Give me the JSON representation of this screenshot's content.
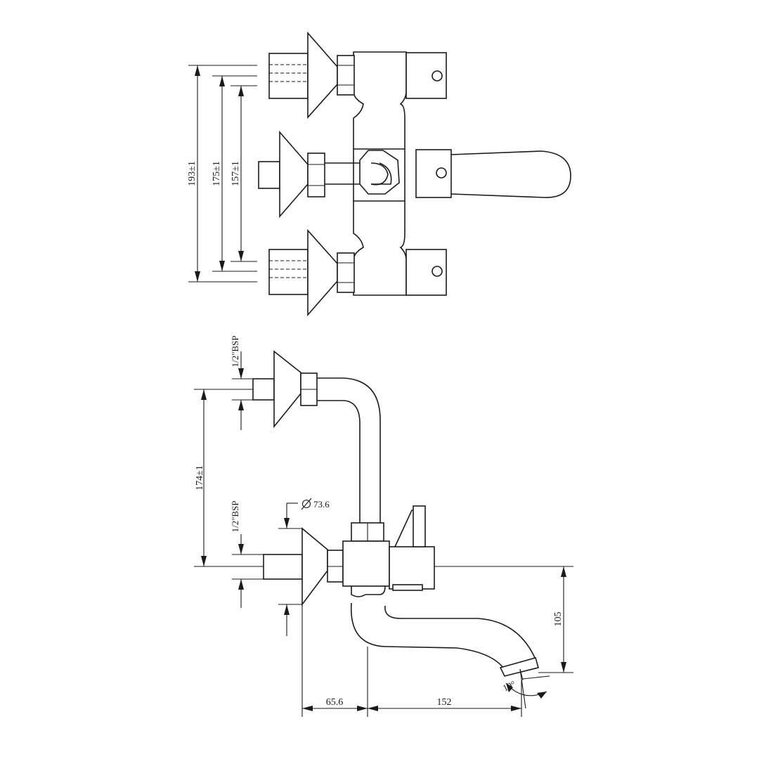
{
  "front_view": {
    "dimensions": {
      "d193": "193±1",
      "d175": "175±1",
      "d157": "157±1"
    }
  },
  "side_view": {
    "dimensions": {
      "thread_top": "1/2\"BSP",
      "thread_bottom": "1/2\"BSP",
      "inlet_spacing": "174±1",
      "flange_diameter": "73.6",
      "spout_height": "105",
      "wall_to_axis": "65.6",
      "spout_reach": "152",
      "spout_angle": "10°"
    }
  }
}
